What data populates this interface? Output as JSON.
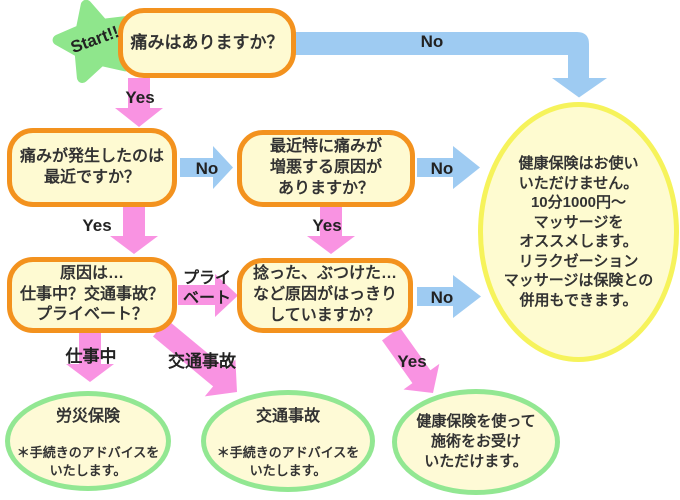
{
  "colors": {
    "box_border": "#F3921E",
    "box_fill": "#FEFAD2",
    "arrow_yes_pink": "#F993E2",
    "arrow_no_blue": "#9ECBF2",
    "start_star_green": "#8FE68C",
    "result_border_green": "#92E792",
    "info_border_yellow": "#F6F35B"
  },
  "start": {
    "label": "Start!!"
  },
  "questions": {
    "q1": "痛みはありますか？",
    "q2": "痛みが発生したのは\n最近ですか？",
    "q3": "最近特に痛みが\n増悪する原因が\nありますか？",
    "q4": "原因は…\n仕事中？交通事故？\nプライベート？",
    "q5": "捻った、ぶつけた…\nなど原因がはっきり\nしていますか？"
  },
  "results": {
    "no_insurance": "健康保険はお使い\nいただけません。\n10分1000円～\nマッサージを\nオススメします。\nリラクゼーション\nマッサージは保険との\n併用もできます。",
    "rosai_title": "労災保険",
    "rosai_body": "＊手続きのアドバイスを\nいたします。",
    "traffic_title": "交通事故",
    "traffic_body": "＊手続きのアドバイスを\nいたします。",
    "kenpo": "健康保険を使って\n施術をお受け\nいただけます。"
  },
  "edge_labels": {
    "q1_yes": "Yes",
    "q1_no": "No",
    "q2_yes": "Yes",
    "q2_no": "No",
    "q3_yes": "Yes",
    "q3_no": "No",
    "q4_private": "プライ\nベート",
    "q4_work": "仕事中",
    "q4_traffic": "交通事故",
    "q5_yes": "Yes",
    "q5_no": "No"
  }
}
